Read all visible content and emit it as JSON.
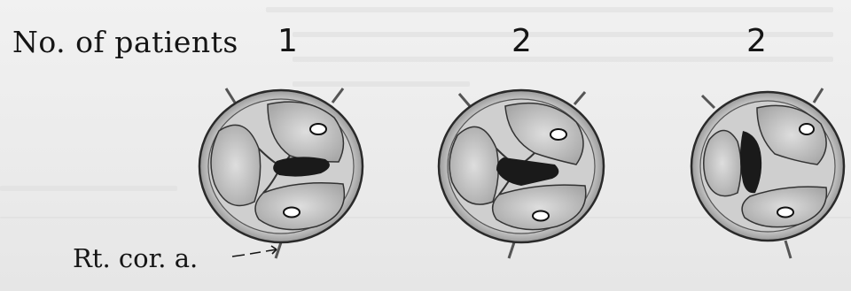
{
  "header": {
    "row_label": "No. of patients",
    "counts": [
      "1",
      "2",
      "2"
    ]
  },
  "callout": {
    "label": "Rt. cor. a."
  },
  "colors": {
    "ink": "#151515",
    "valve_fill": "#d6d6d6",
    "orifice": "#1a1a1a"
  }
}
